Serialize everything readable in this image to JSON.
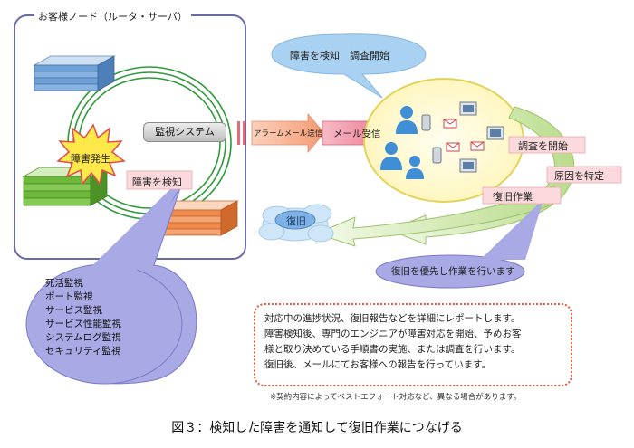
{
  "server_group": {
    "title": "お客様ノード（ルータ・サーバ）",
    "incident_label": "障害発生",
    "monitoring_system_label": "監視システム",
    "detect_label": "障害を検知"
  },
  "monitoring_items": [
    "死活監視",
    "ポート監視",
    "サービス監視",
    "サービス性能監視",
    "システムログ監視",
    "セキュリティ監視"
  ],
  "flow": {
    "alarm_mail_label": "アラームメール送信",
    "mail_receive_label": "メール受信",
    "detect_investigate_label": "障害を検知　調査開始",
    "investigate_start_label": "調査を開始",
    "identify_cause_label": "原因を特定",
    "recovery_work_label": "復旧作業",
    "recovery_label": "復旧",
    "priority_label": "復旧を優先し作業を行います"
  },
  "note": {
    "lines": [
      "対応中の進捗状況、復旧報告などを詳細にレポートします。",
      "障害検知後、専門のエンジニアが障害対応を開始、予めお客",
      "様と取り決めている手順書の実施、または調査を行います。",
      "復旧後、メールにてお客様への報告を行っています。"
    ],
    "footnote": "※契約内容によってベストエフォート対応など、異なる場合があります。"
  },
  "caption": "図３：検知した障害を通知して復旧作業につなげる",
  "colors": {
    "frame": "#6a6aa8",
    "ring": "#2e9a3a",
    "callout": "#a9a9e6",
    "arrow": "#f7a684",
    "mail_arrow": "#f08aa0",
    "ops_circle": "#fffbd8",
    "ops_border": "#e2d35a",
    "recovery_arrow": "#cde8a6",
    "cloud": "#cfe6f8",
    "note_border": "#e05a3a",
    "server_blue": "#6fa0d6",
    "server_green": "#6db83a",
    "server_orange": "#f08a4b"
  }
}
